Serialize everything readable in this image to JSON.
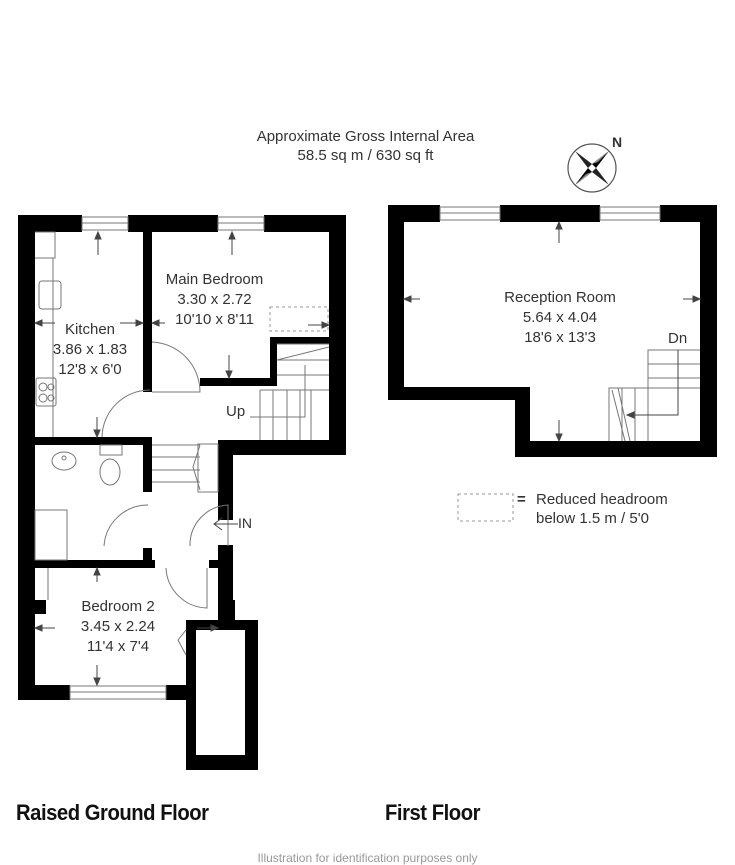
{
  "header": {
    "title_line1": "Approximate Gross Internal Area",
    "title_line2": "58.5 sq m / 630 sq ft"
  },
  "compass": {
    "label": "N",
    "icon": "north-compass-icon"
  },
  "floors": [
    {
      "name": "Raised Ground Floor",
      "rooms": [
        {
          "name": "Kitchen",
          "metric": "3.86 x 1.83",
          "imperial": "12'8 x 6'0"
        },
        {
          "name": "Main Bedroom",
          "metric": "3.30 x 2.72",
          "imperial": "10'10 x 8'11"
        },
        {
          "name": "Bedroom 2",
          "metric": "3.45 x 2.24",
          "imperial": "11'4 x 7'4"
        }
      ],
      "stairs_label": "Up",
      "entrance_label": "IN"
    },
    {
      "name": "First Floor",
      "rooms": [
        {
          "name": "Reception Room",
          "metric": "5.64 x 4.04",
          "imperial": "18'6 x 13'3"
        }
      ],
      "stairs_label": "Dn"
    }
  ],
  "legend": {
    "symbol": "=",
    "line1": "Reduced headroom",
    "line2": "below 1.5 m / 5'0"
  },
  "footnote": "Illustration for identification purposes only"
}
